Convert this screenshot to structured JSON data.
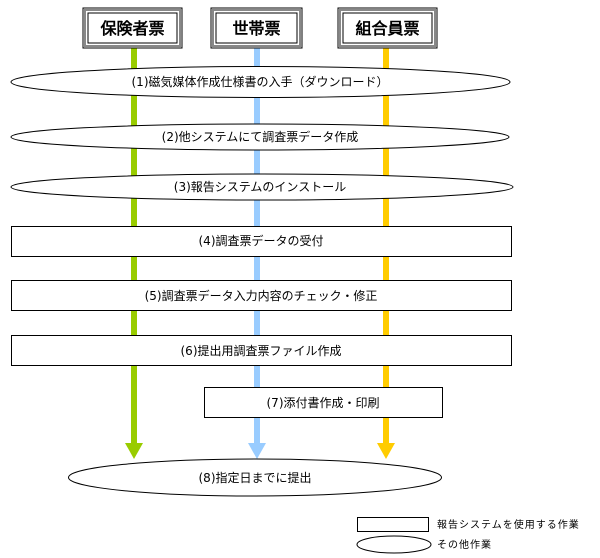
{
  "lanes": [
    {
      "label": "保険者票",
      "color": "#99cc00"
    },
    {
      "label": "世帯票",
      "color": "#99ccff"
    },
    {
      "label": "組合員票",
      "color": "#ffcc00"
    }
  ],
  "steps": [
    {
      "label": "(1)磁気媒体作成仕様書の入手（ダウンロード）",
      "kind": "other"
    },
    {
      "label": "(2)他システムにて調査票データ作成",
      "kind": "other"
    },
    {
      "label": "(3)報告システムのインストール",
      "kind": "other"
    },
    {
      "label": "(4)調査票データの受付",
      "kind": "system"
    },
    {
      "label": "(5)調査票データ入力内容のチェック・修正",
      "kind": "system"
    },
    {
      "label": "(6)提出用調査票ファイル作成",
      "kind": "system"
    },
    {
      "label": "(7)添付書作成・印刷",
      "kind": "system"
    },
    {
      "label": "(8)指定日までに提出",
      "kind": "other"
    }
  ],
  "legend": {
    "system_label": "報告システムを使用する作業",
    "other_label": "その他作業"
  }
}
